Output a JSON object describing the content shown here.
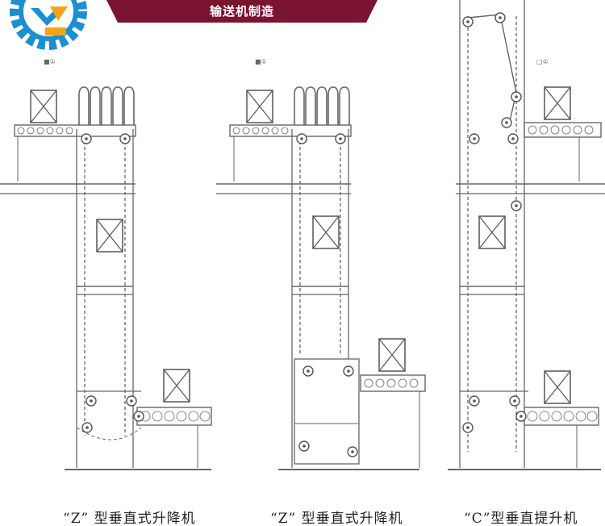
{
  "banner": {
    "title": "输送机制造",
    "color": "#7a1430"
  },
  "logo": {
    "name": "gear-logo",
    "gear_color": "#1b8fcf",
    "accent_color": "#f2a51a"
  },
  "diagrams": [
    {
      "id": "z-type-1",
      "caption": "“Z” 型垂直式升降机"
    },
    {
      "id": "z-type-2",
      "caption": "“Z” 型垂直式升降机"
    },
    {
      "id": "c-type",
      "caption": "“C”型垂直提升机"
    }
  ],
  "tags": [
    "■①",
    "■①",
    "□①"
  ]
}
